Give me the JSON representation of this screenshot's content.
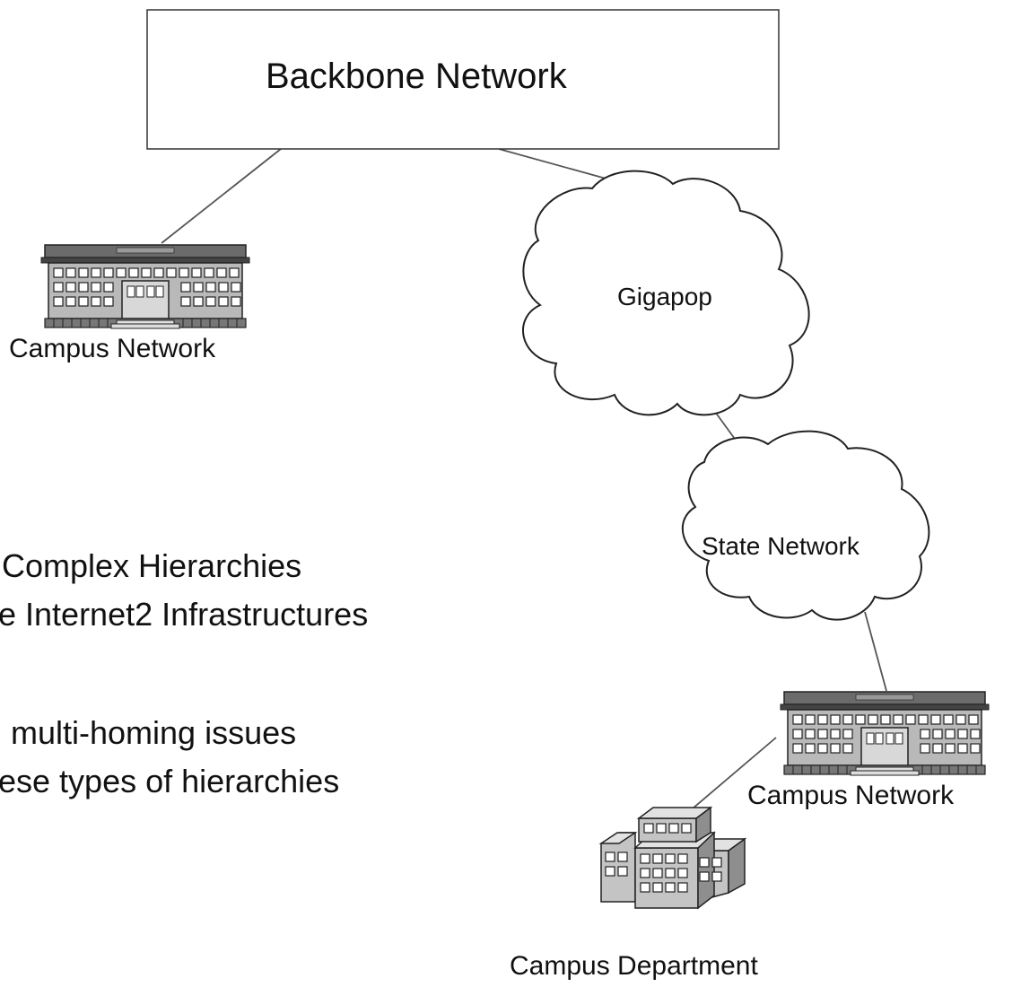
{
  "nodes": {
    "backbone": {
      "label": "Backbone Network"
    },
    "gigapop": {
      "label": "Gigapop"
    },
    "state": {
      "label": "State Network"
    },
    "campus_left": {
      "label": "Campus Network"
    },
    "campus_right": {
      "label": "Campus Network"
    },
    "department": {
      "label": "Campus Department"
    }
  },
  "body_text": {
    "line1": "Complex Hierarchies",
    "line2": "e Internet2 Infrastructures",
    "line3": "multi-homing issues",
    "line4": "ese types of hierarchies"
  },
  "colors": {
    "line": "#555555",
    "text": "#111111",
    "building_roof": "#6b6b6b",
    "building_wall": "#b9b9b9",
    "window": "#ffffff",
    "dept_front": "#c4c4c4",
    "dept_side": "#8e8e8e",
    "dept_top": "#e2e2e2"
  }
}
